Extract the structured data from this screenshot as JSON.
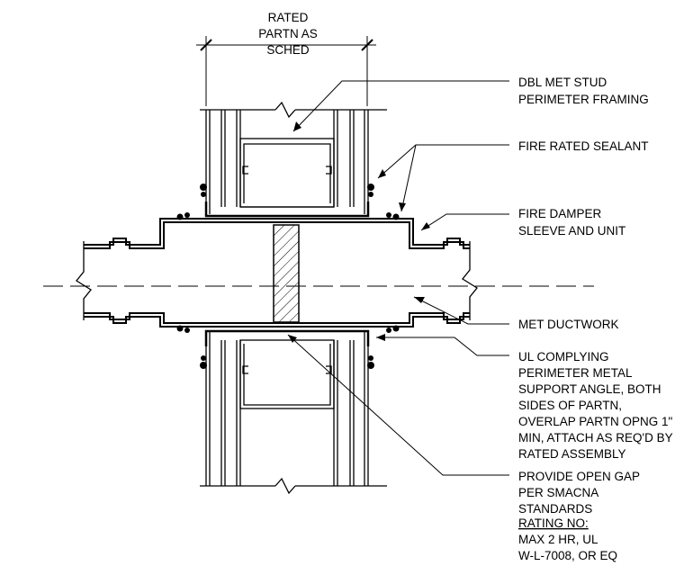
{
  "dimension": {
    "lines": [
      "RATED",
      "PARTN AS",
      "SCHED"
    ]
  },
  "callouts": [
    {
      "id": "stud-framing",
      "lines": [
        "DBL MET STUD",
        "PERIMETER FRAMING"
      ]
    },
    {
      "id": "sealant",
      "lines": [
        "FIRE RATED SEALANT"
      ]
    },
    {
      "id": "damper",
      "lines": [
        "FIRE DAMPER",
        "SLEEVE AND UNIT"
      ]
    },
    {
      "id": "ductwork",
      "lines": [
        "MET DUCTWORK"
      ]
    },
    {
      "id": "angle",
      "lines": [
        "UL COMPLYING",
        "PERIMETER METAL",
        "SUPPORT ANGLE, BOTH",
        "SIDES OF PARTN,",
        "OVERLAP PARTN OPNG 1\"",
        "MIN, ATTACH AS REQ'D BY",
        "RATED ASSEMBLY"
      ]
    },
    {
      "id": "gap",
      "lines": [
        "PROVIDE OPEN GAP",
        "PER SMACNA",
        "STANDARDS"
      ]
    }
  ],
  "rating": {
    "heading": "RATING NO:",
    "lines": [
      "MAX 2 HR, UL",
      "W-L-7008, OR EQ"
    ]
  }
}
